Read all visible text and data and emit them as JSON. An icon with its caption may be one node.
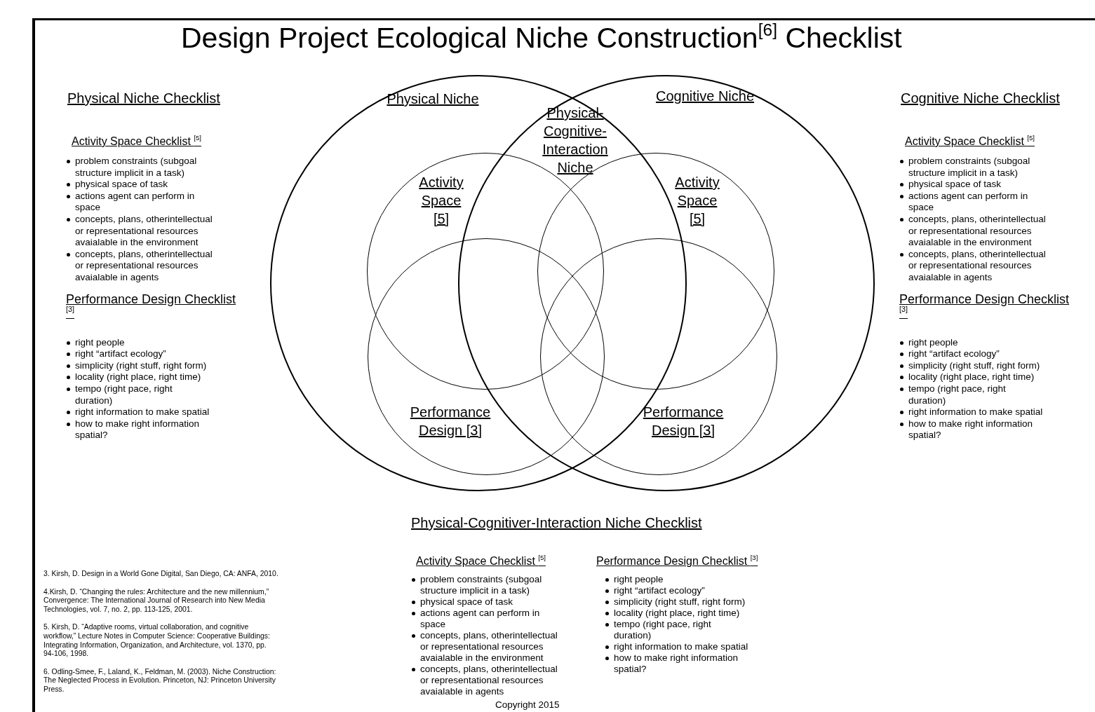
{
  "diagram": {
    "title": "Design Project Ecological Niche Construction$^{[6]}$ Checklist",
    "nodes": [
      {
        "text": [
          "Physical Niche"
        ]
      },
      {
        "text": [
          "Cognitive Niche"
        ]
      },
      {
        "text": [
          "Activity Space [5]"
        ],
        "in": 0
      },
      {
        "text": [
          "Activity Space [5]"
        ],
        "in": 1
      },
      {
        "text": [
          "Performance Design [3]"
        ],
        "in": 0
      },
      {
        "text": [
          "Performance Design [3]"
        ],
        "in": 1
      }
    ],
    "labels": [
      "Physical Niche Checklist",
      "Activity Space Checklist $^{[5]}$",
      "problem constraints (subgoal structure implicit in a task)",
      "physical space of task",
      "actions agent can perform in space",
      "concepts, plans, otherintellectual or representational resources avaialable in the environment",
      "concepts, plans, otherintellectual or representational resources avaialable in agents",
      "Performance Design Checklist $^{[3]}$",
      "right people",
      "right “artifact ecology”",
      "simplicity (right stuff, right form)",
      "locality (right place, right time)",
      "tempo (right pace, right duration)",
      "right information to make spatial",
      "how to make right information spatial?",
      "Physical-Cognitive-Interaction Niche",
      "Cognitive Niche Checklist",
      "Activity Space Checklist $^{[5]}$",
      "problem constraints (subgoal structure implicit in a task)",
      "physical space of task",
      "actions agent can perform in space",
      "concepts, plans, otherintellectual or representational resources avaialable in the environment",
      "concepts, plans, otherintellectual or representational resources avaialable in agents",
      "Performance Design Checklist $^{[3]}$",
      "right people",
      "right “artifact ecology”",
      "simplicity (right stuff, right form)",
      "locality (right place, right time)",
      "tempo (right pace, right duration)",
      "right information to make spatial",
      "how to make right information spatial?",
      "Physical-Cognitiver-Interaction Niche Checklist",
      "Activity Space Checklist $^{[5]}$",
      "problem constraints (subgoal structure implicit in a task)",
      "physical space of task",
      "actions agent can perform in space",
      "concepts, plans, otherintellectual or representational resources avaialable in the environment",
      "concepts, plans, otherintellectual or representational resources avaialable in agents",
      "Performance Design Checklist $^{[3]}$",
      "right people",
      "right “artifact ecology”",
      "simplicity (right stuff, right form)",
      "locality (right place, right time)",
      "tempo (right pace, right duration)",
      "right information to make spatial",
      "how to make right information spatial?",
      "3. Kirsh, D. Design in a World Gone Digital, San Diego, CA: ANFA, 2010.",
      "4.Kirsh, D. “Changing the rules: Architecture and the new millennium,” Convergence: The International Journal of Research into New Media Technologies, vol. 7, no. 2, pp. 113-125, 2001.",
      "5. Kirsh, D. “Adaptive rooms, virtual collaboration, and cognitive workflow,” Lecture Notes in Computer Science: Cooperative Buildings: Integrating Information, Organization, and Architecture, vol. 1370, pp. 94-106, 1998.",
      "6. Odling-Smee, F., Laland, K., Feldman, M. (2003). Niche Construction: The Neglected Process in Evolution. Princeton, NJ: Princeton University Press.",
      "Copyright 2015"
    ]
  }
}
